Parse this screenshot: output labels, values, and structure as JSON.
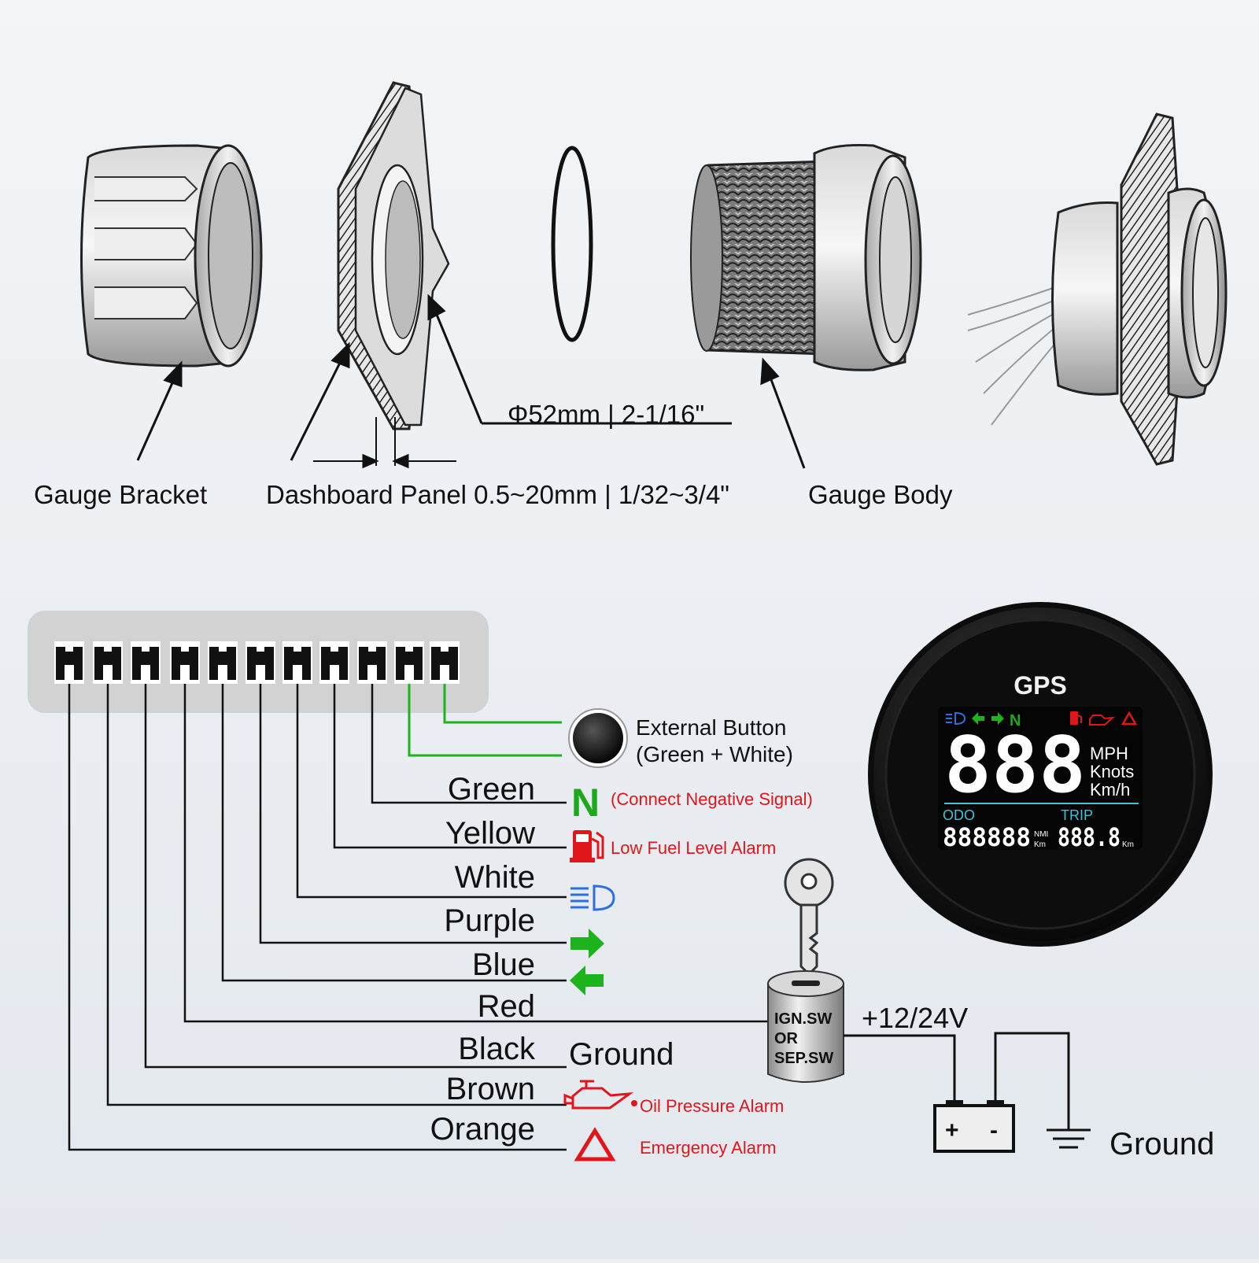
{
  "install": {
    "gauge_bracket": "Gauge Bracket",
    "dashboard_panel": "Dashboard Panel 0.5~20mm | 1/32~3/4\"",
    "hole_diameter": "Φ52mm | 2-1/16\"",
    "gauge_body": "Gauge Body"
  },
  "wiring": {
    "external_button": {
      "line1": "External Button",
      "line2": "(Green + White)"
    },
    "wires": [
      {
        "color_name": "Green",
        "note": "(Connect Negative Signal)",
        "icon": "neutral-n-icon"
      },
      {
        "color_name": "Yellow",
        "note": "Low Fuel Level Alarm",
        "icon": "fuel-pump-icon"
      },
      {
        "color_name": "White",
        "note": "",
        "icon": "headlight-high-beam-icon"
      },
      {
        "color_name": "Purple",
        "note": "",
        "icon": "arrow-right-icon"
      },
      {
        "color_name": "Blue",
        "note": "",
        "icon": "arrow-left-icon"
      },
      {
        "color_name": "Red",
        "note": "",
        "icon": ""
      },
      {
        "color_name": "Black",
        "note": "Ground",
        "icon": ""
      },
      {
        "color_name": "Brown",
        "note": "Oil Pressure Alarm",
        "icon": "oil-can-icon"
      },
      {
        "color_name": "Orange",
        "note": "Emergency Alarm",
        "icon": "warning-triangle-icon"
      }
    ],
    "neutral_letter": "N",
    "switch": {
      "line1": "IGN.SW",
      "line2": "OR",
      "line3": "SEP.SW"
    },
    "voltage": "+12/24V",
    "battery_plus": "+",
    "battery_minus": "-",
    "ground_label": "Ground"
  },
  "gauge": {
    "title": "GPS",
    "status_n": "N",
    "speed_digits": "888",
    "units": [
      "MPH",
      "Knots",
      "Km/h"
    ],
    "odo_label": "ODO",
    "trip_label": "TRIP",
    "odo_digits": "888888",
    "odo_unit_top": "NMI",
    "odo_unit_bottom": "Km",
    "trip_digits": "888.8",
    "trip_unit": "Km"
  },
  "colors": {
    "wire_green": "#1db31d",
    "alarm_red": "#e0161b",
    "headlight_blue": "#2b6fe0",
    "lcd_cyan": "#3fc3d6",
    "neutral_green": "#1ea81e"
  }
}
